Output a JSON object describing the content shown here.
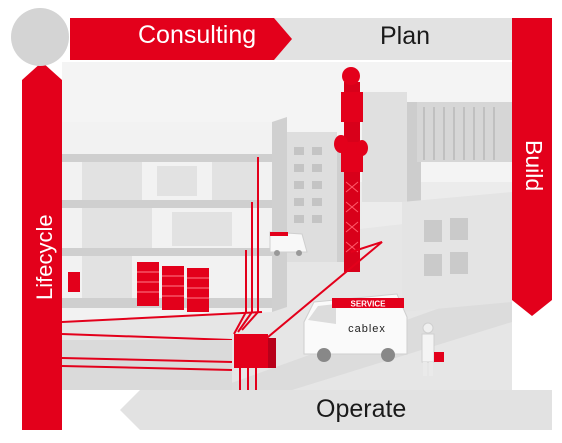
{
  "stages": {
    "consulting": "Consulting",
    "plan": "Plan",
    "build": "Build",
    "operate": "Operate",
    "lifecycle": "Lifecycle"
  },
  "illustration": {
    "van_label_top": "SERVICE",
    "van_brand": "cablex"
  },
  "colors": {
    "accent_red": "#e3001b",
    "grey_band": "#e2e2e2",
    "circle_grey": "#d4d4d4"
  }
}
